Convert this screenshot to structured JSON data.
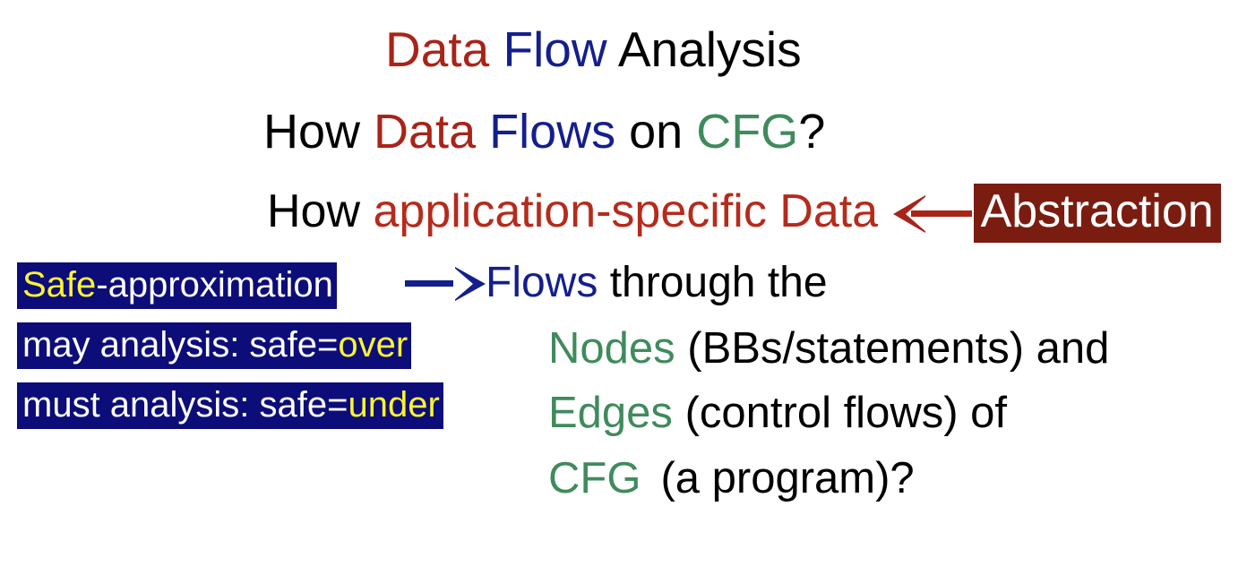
{
  "slide": {
    "title": {
      "part_data": "Data ",
      "part_flow": "Flow ",
      "part_analysis": "Analysis"
    },
    "line2": {
      "how": "How ",
      "data": "Data ",
      "flows": "Flows ",
      "on": "on ",
      "cfg": "CFG",
      "question": "?"
    },
    "line3": {
      "how": "How ",
      "app_specific_data": "application-specific Data ",
      "arrow": "left-arrow",
      "abstraction": "Abstraction"
    },
    "line4": {
      "safe_highlight": {
        "safe": "Safe",
        "rest": "-approximation"
      },
      "arrow": "right-arrow",
      "flows": "Flows ",
      "through_the": "through the"
    },
    "may_box": {
      "label": "may analysis: safe=",
      "value": "over"
    },
    "must_box": {
      "label": "must analysis: safe=",
      "value": "under"
    },
    "line5": {
      "nodes": "Nodes ",
      "rest": "(BBs/statements) and"
    },
    "line6": {
      "edges": "Edges ",
      "rest": "(control flows) of"
    },
    "line7": {
      "cfg": "CFG",
      "rest": "(a program)?"
    }
  },
  "colors": {
    "background": "#ffffff",
    "red": "#a82418",
    "red_light": "#b52b1c",
    "blue": "#141f8c",
    "green": "#3f8b5d",
    "navy_highlight": "#0d0d79",
    "maroon_highlight": "#7b1c10",
    "yellow": "#fbf432",
    "black": "#000000",
    "white": "#ffffff"
  }
}
